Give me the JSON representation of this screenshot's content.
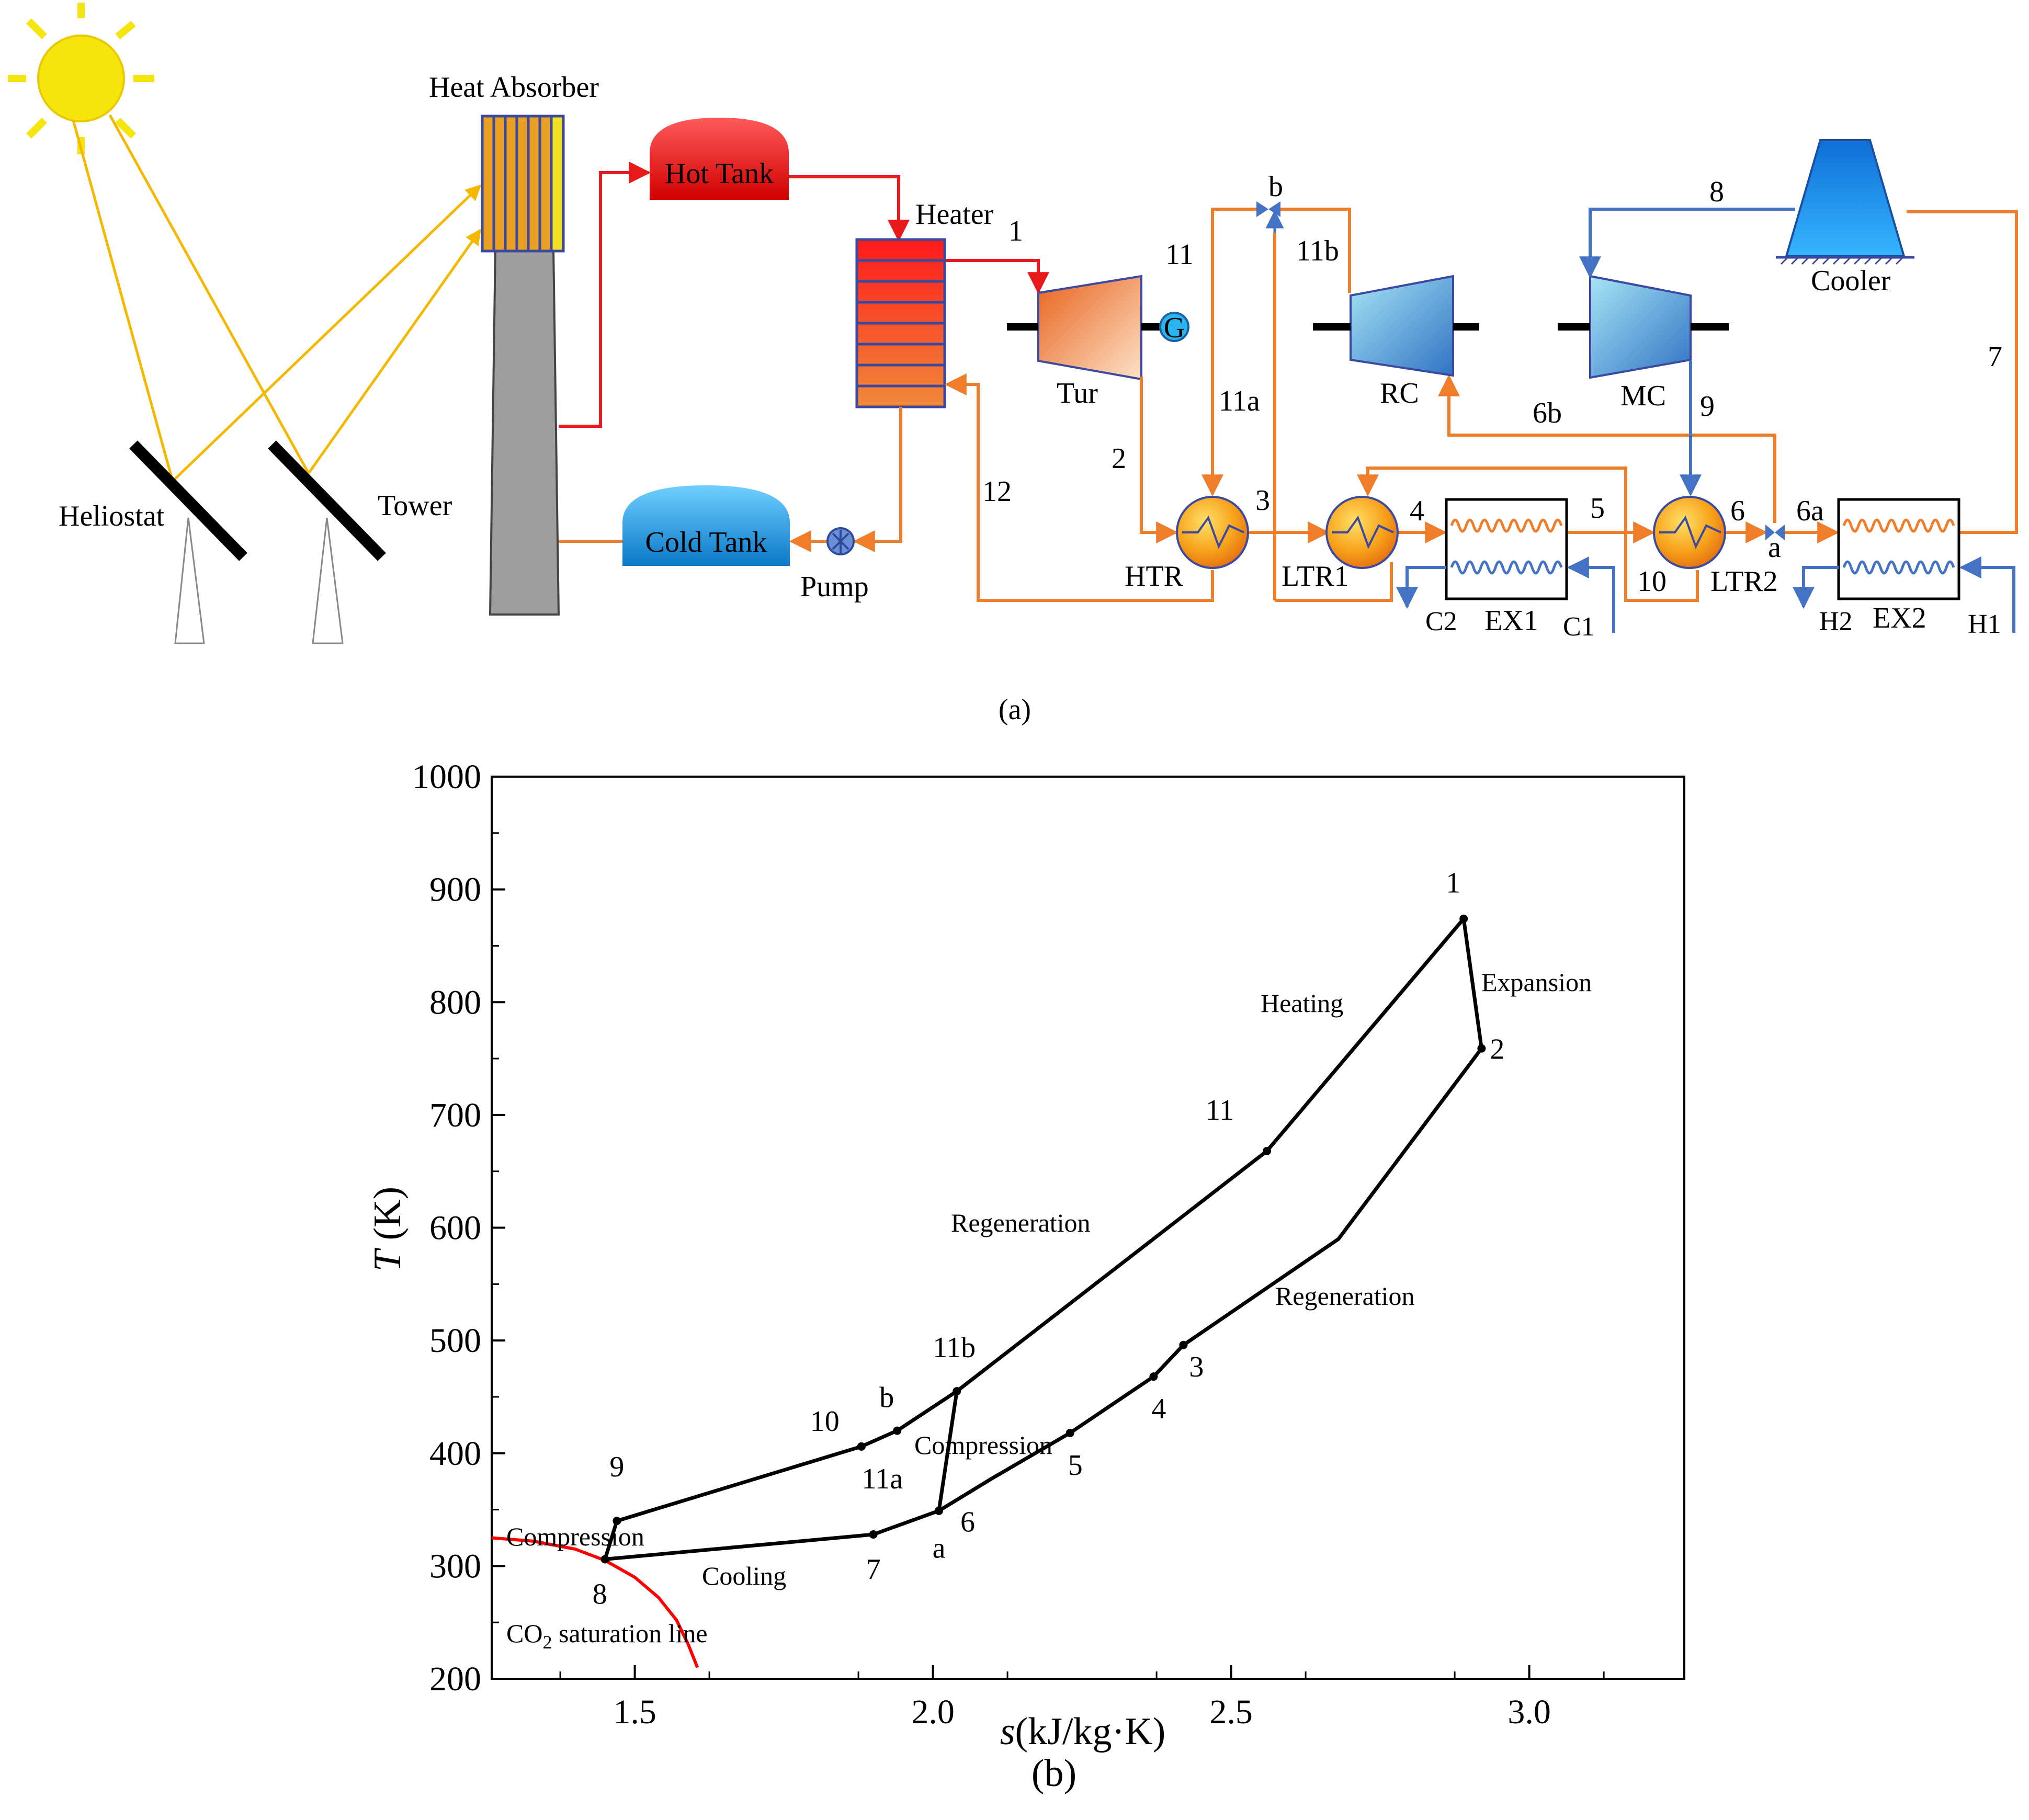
{
  "schematic": {
    "caption": "(a)",
    "components": {
      "heat_absorber": "Heat Absorber",
      "hot_tank": "Hot Tank",
      "cold_tank": "Cold Tank",
      "heater": "Heater",
      "turbine": "Tur",
      "generator": "G",
      "heliostat": "Heliostat",
      "tower": "Tower",
      "pump": "Pump",
      "htr": "HTR",
      "ltr1": "LTR1",
      "ltr2": "LTR2",
      "rc": "RC",
      "mc": "MC",
      "cooler": "Cooler",
      "ex1": "EX1",
      "ex2": "EX2"
    },
    "state_labels": {
      "s1": "1",
      "s2": "2",
      "s3": "3",
      "s4": "4",
      "s5": "5",
      "s6": "6",
      "s6a": "6a",
      "s6b": "6b",
      "s7": "7",
      "s8": "8",
      "s9": "9",
      "s10": "10",
      "s11": "11",
      "s11a": "11a",
      "s11b": "11b",
      "s12": "12",
      "sa": "a",
      "sb": "b"
    },
    "ports": {
      "c1": "C1",
      "c2": "C2",
      "h1": "H1",
      "h2": "H2"
    },
    "colors": {
      "molten_salt": "#e8191b",
      "co2_hot": "#ef7d2a",
      "co2_cold": "#4472c4",
      "sun": "#f5e50d",
      "sun_rays": "#f5b800",
      "tower": "#9e9e9e"
    }
  },
  "ts_diagram": {
    "caption": "(b)",
    "chart_data": {
      "type": "line",
      "xlabel_italic": "s",
      "xlabel_rest": "(kJ/kg·K)",
      "ylabel_italic": "T",
      "ylabel_rest": " (K)",
      "xlim": [
        1.26,
        3.26
      ],
      "ylim": [
        200,
        1000
      ],
      "xticks": [
        1.5,
        2.0,
        2.5,
        3.0
      ],
      "xtick_labels": [
        "1.5",
        "2.0",
        "2.5",
        "3.0"
      ],
      "yticks": [
        200,
        300,
        400,
        500,
        600,
        700,
        800,
        900,
        1000
      ],
      "ytick_labels": [
        "200",
        "300",
        "400",
        "500",
        "600",
        "700",
        "800",
        "900",
        "1000"
      ],
      "grid": false,
      "cycle_points": [
        {
          "label": "1",
          "s": 2.89,
          "T": 874
        },
        {
          "label": "2",
          "s": 2.92,
          "T": 759
        },
        {
          "label": "3",
          "s": 2.42,
          "T": 496
        },
        {
          "label": "4",
          "s": 2.37,
          "T": 468
        },
        {
          "label": "5",
          "s": 2.23,
          "T": 418
        },
        {
          "label": "6",
          "s": 2.01,
          "T": 349
        },
        {
          "label": "a",
          "s": 2.01,
          "T": 349
        },
        {
          "label": "7",
          "s": 1.9,
          "T": 328
        },
        {
          "label": "8",
          "s": 1.45,
          "T": 306
        },
        {
          "label": "9",
          "s": 1.47,
          "T": 340
        },
        {
          "label": "10",
          "s": 1.88,
          "T": 406
        },
        {
          "label": "11a",
          "s": 1.88,
          "T": 406
        },
        {
          "label": "b",
          "s": 1.94,
          "T": 420
        },
        {
          "label": "11b",
          "s": 2.04,
          "T": 455
        },
        {
          "label": "11",
          "s": 2.56,
          "T": 668
        }
      ],
      "cycle_path": [
        [
          2.89,
          874
        ],
        [
          2.92,
          759
        ],
        [
          2.68,
          590
        ],
        [
          2.42,
          496
        ],
        [
          2.37,
          468
        ],
        [
          2.23,
          418
        ],
        [
          2.1,
          378
        ],
        [
          2.01,
          349
        ],
        [
          1.9,
          328
        ],
        [
          1.45,
          306
        ],
        [
          1.47,
          340
        ],
        [
          1.88,
          406
        ],
        [
          1.94,
          420
        ],
        [
          2.04,
          455
        ],
        [
          2.56,
          668
        ],
        [
          2.89,
          874
        ]
      ],
      "compression_branch": [
        [
          2.01,
          349
        ],
        [
          2.04,
          455
        ]
      ],
      "saturation_line": [
        [
          1.26,
          325
        ],
        [
          1.33,
          322
        ],
        [
          1.4,
          315
        ],
        [
          1.45,
          305
        ],
        [
          1.5,
          290
        ],
        [
          1.54,
          272
        ],
        [
          1.57,
          252
        ],
        [
          1.59,
          230
        ],
        [
          1.605,
          210
        ]
      ],
      "saturation_color": "#ff0000",
      "annotations": {
        "heating": "Heating",
        "expansion": "Expansion",
        "regen_upper": "Regeneration",
        "regen_lower": "Regeneration",
        "compression_mid": "Compression",
        "compression_left": "Compression",
        "cooling": "Cooling",
        "co2_prefix": "CO",
        "co2_sub": "2",
        "saturation_suffix": " saturation line"
      }
    }
  }
}
